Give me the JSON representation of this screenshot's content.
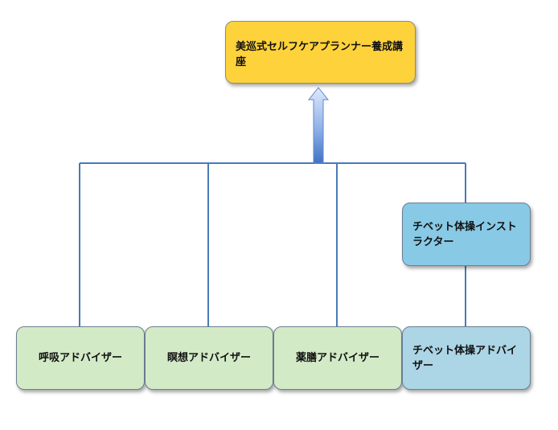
{
  "diagram": {
    "top_node": {
      "label": "美巡式セルフケアプランナー養成講座"
    },
    "middle_node": {
      "label": "チベット体操インストラクター"
    },
    "bottom_nodes": [
      {
        "label": "呼吸アドバイザー"
      },
      {
        "label": "瞑想アドバイザー"
      },
      {
        "label": "薬膳アドバイザー"
      },
      {
        "label": "チベット体操アドバイザー"
      }
    ]
  },
  "colors": {
    "top_fill": "#fdd23b",
    "middle_fill": "#88c9e6",
    "bottom_fill": "#d3eac7",
    "bottom_blue_fill": "#acd5e6",
    "connector": "#4a7ab7",
    "arrow": "#6d97d8"
  }
}
